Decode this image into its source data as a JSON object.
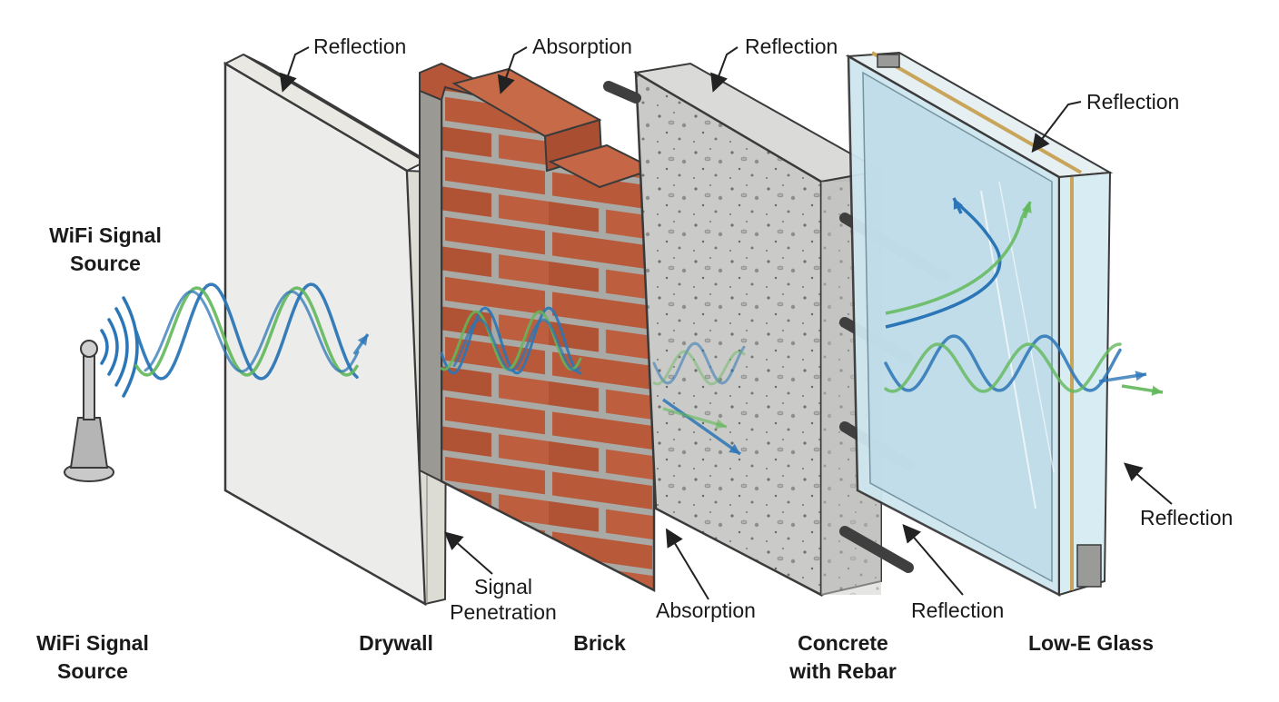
{
  "colors": {
    "drywall": "#ededec",
    "brick": "#b8593a",
    "mortar": "#a9a9a6",
    "concrete": "#c9c9c7",
    "glass": "#cfe6ef",
    "frame": "#c8a55a",
    "wave_blue": "#2b76b6",
    "wave_green": "#62b85a",
    "outline": "#3a3a3a"
  },
  "icons": [
    "antenna-icon",
    "signal-arcs-icon",
    "arrow-icon"
  ],
  "labels": {
    "source_top": "WiFi Signal\nSource",
    "source_bottom": "WiFi Signal\nSource",
    "drywall": "Drywall",
    "brick": "Brick",
    "concrete": "Concrete\nwith Rebar",
    "glass": "Low-E Glass"
  },
  "annotations": {
    "reflection_drywall": "Reflection",
    "absorption_brick_top": "Absorption",
    "reflection_concrete_top": "Reflection",
    "reflection_glass_top": "Reflection",
    "reflection_glass_right": "Reflection",
    "reflection_concrete_bottom": "Reflection",
    "absorption_concrete_bottom": "Absorption",
    "signal_penetration": "Signal\nPenetration"
  }
}
